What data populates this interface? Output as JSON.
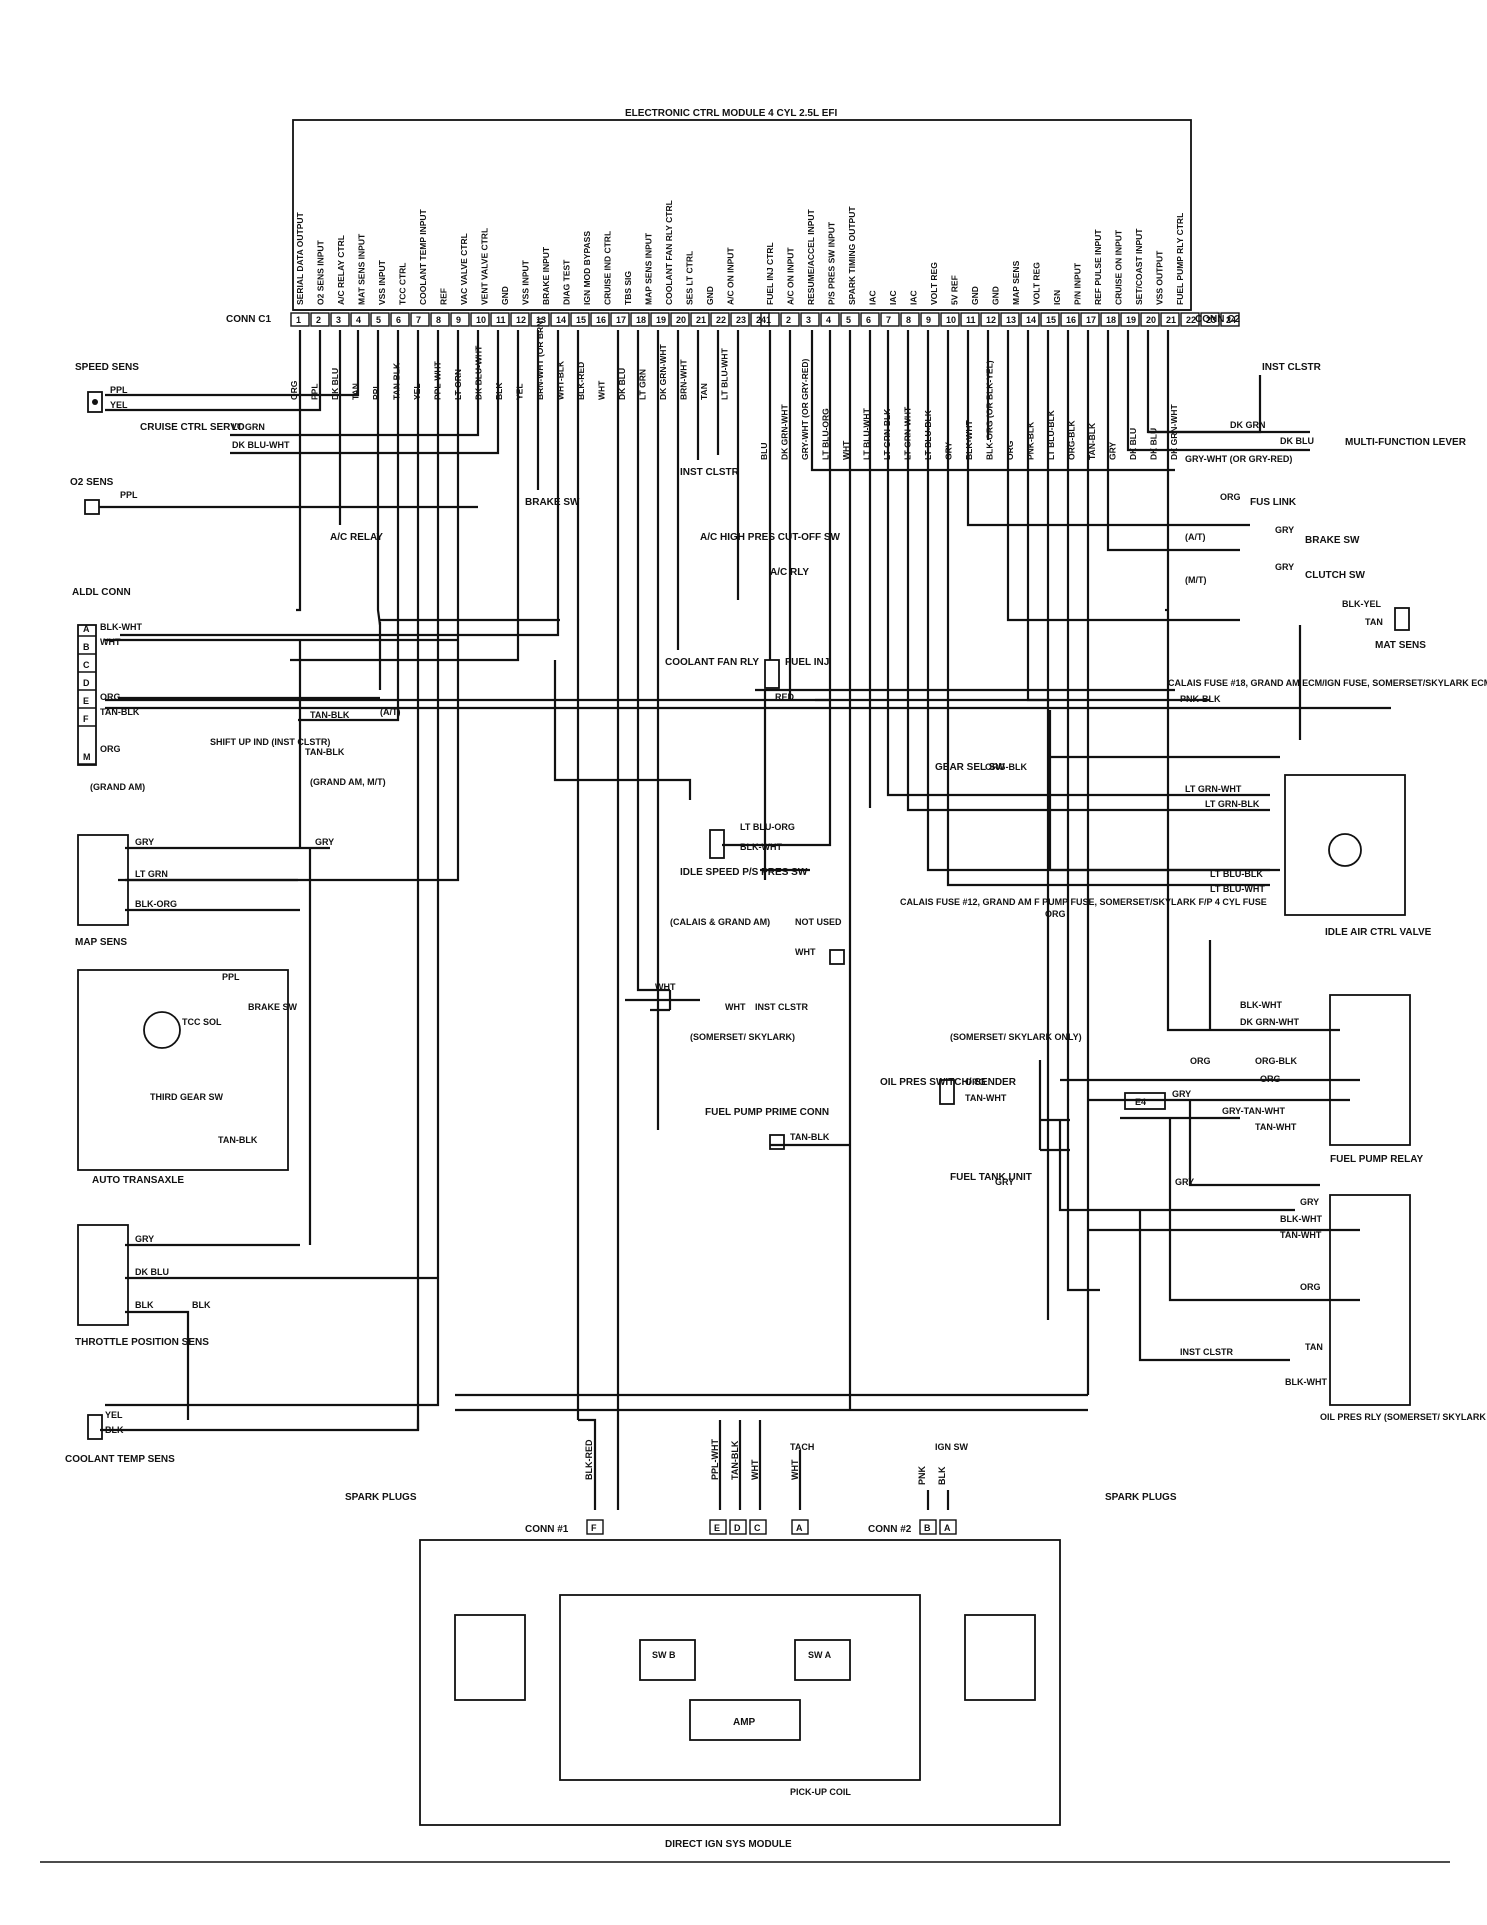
{
  "module": {
    "title": "ELECTRONIC CTRL MODULE 4 CYL 2.5L EFI",
    "conn_c1": "CONN C1",
    "conn_c2": "CONN C2",
    "c1_functions": [
      "SERIAL DATA OUTPUT",
      "O2 SENS INPUT",
      "A/C RELAY CTRL",
      "MAT SENS INPUT",
      "VSS INPUT",
      "TCC CTRL",
      "COOLANT TEMP INPUT",
      "REF",
      "VAC VALVE CTRL",
      "VENT VALVE CTRL",
      "GND",
      "VSS INPUT",
      "BRAKE INPUT",
      "DIAG TEST",
      "IGN MOD BYPASS",
      "CRUISE IND CTRL",
      "TBS SIG",
      "MAP SENS INPUT",
      "COOLANT FAN RLY CTRL",
      "SES LT CTRL",
      "GND",
      "A/C ON INPUT"
    ],
    "c1_pins": [
      "1",
      "2",
      "3",
      "4",
      "5",
      "6",
      "7",
      "8",
      "9",
      "10",
      "11",
      "12",
      "13",
      "14",
      "15",
      "16",
      "17",
      "18",
      "19",
      "20",
      "21",
      "22",
      "23",
      "24"
    ],
    "c1_wires": [
      "ORG",
      "PPL",
      "DK BLU",
      "TAN",
      "PPL",
      "TAN-BLK",
      "YEL",
      "PPL-WHT",
      "LT GRN",
      "DK BLU-WHT",
      "BLK",
      "YEL",
      "BRN-WHT (OR BRN)",
      "WHT-BLK",
      "BLK-RED",
      "WHT",
      "DK BLU",
      "LT GRN",
      "DK GRN-WHT",
      "BRN-WHT",
      "TAN",
      "LT BLU-WHT"
    ],
    "c2_functions": [
      "FUEL INJ CTRL",
      "A/C ON INPUT",
      "RESUME/ACCEL INPUT",
      "P/S PRES SW INPUT",
      "SPARK TIMING OUTPUT",
      "IAC",
      "IAC",
      "IAC",
      "VOLT REG",
      "5V REF",
      "GND",
      "GND",
      "MAP SENS",
      "VOLT REG",
      "IGN",
      "P/N INPUT",
      "REF PULSE INPUT",
      "CRUISE ON INPUT",
      "SET/COAST INPUT",
      "VSS OUTPUT",
      "FUEL PUMP RLY CTRL"
    ],
    "c2_pins": [
      "1",
      "2",
      "3",
      "4",
      "5",
      "6",
      "7",
      "8",
      "9",
      "10",
      "11",
      "12",
      "13",
      "14",
      "15",
      "16",
      "17",
      "18",
      "19",
      "20",
      "21",
      "22",
      "23",
      "24"
    ],
    "c2_wires": [
      "BLU",
      "DK GRN-WHT",
      "GRY-WHT (OR GRY-RED)",
      "LT BLU-ORG",
      "WHT",
      "LT BLU-WHT",
      "LT GRN-BLK",
      "LT GRN-WHT",
      "LT BLU-BLK",
      "GRY",
      "BLK-WHT",
      "BLK-ORG (OR BLK-YEL)",
      "ORG",
      "PNK-BLK",
      "LT BLU-BLK",
      "ORG-BLK",
      "TAN-BLK",
      "GRY",
      "DK BLU",
      "DK BLU",
      "DK GRN-WHT"
    ]
  },
  "left_components": {
    "speed_sens": "SPEED SENS",
    "cruise_servo": "CRUISE CTRL SERVO",
    "o2_sens": "O2 SENS",
    "ac_relay": "A/C RELAY",
    "aldl": "ALDL CONN",
    "aldl_pins": [
      "A",
      "B",
      "C",
      "D",
      "E",
      "F",
      "M"
    ],
    "grand_am": "(GRAND AM)",
    "shift": "SHIFT UP IND (INST CLSTR)",
    "grand_am_mt": "(GRAND AM, M/T)",
    "at": "(A/T)",
    "map_sens": "MAP SENS",
    "tcc_sol": "TCC SOL",
    "third_gear": "THIRD GEAR SW",
    "auto_trans": "AUTO TRANSAXLE",
    "brake_sw": "BRAKE SW",
    "tps": "THROTTLE POSITION SENS",
    "coolant_temp": "COOLANT TEMP SENS"
  },
  "middle_components": {
    "brake_sw": "BRAKE SW",
    "inst_clstr": "INST CLSTR",
    "ac_high": "A/C HIGH PRES CUT-OFF SW",
    "ac_rly": "A/C RLY",
    "coolant_fan": "COOLANT FAN RLY",
    "fuel_inj": "FUEL INJ",
    "idle_speed": "IDLE SPEED P/S PRES SW",
    "calais_grand_am": "(CALAIS & GRAND AM)",
    "not_used": "NOT USED",
    "inst_clstr2": "INST CLSTR",
    "somerset_skylark": "(SOMERSET/ SKYLARK)",
    "fuel_pump_prime": "FUEL PUMP PRIME CONN"
  },
  "right_components": {
    "inst_clstr": "INST CLSTR",
    "multi_function": "MULTI-FUNCTION LEVER",
    "fus_link": "FUS LINK",
    "at": "(A/T)",
    "mt": "(M/T)",
    "brake_sw": "BRAKE SW",
    "clutch_sw": "CLUTCH SW",
    "mat_sens": "MAT SENS",
    "calais_fuse18": "CALAIS FUSE #18, GRAND AM ECM/IGN FUSE, SOMERSET/SKYLARK ECM 4 CYL FUSE",
    "gear_sel": "GEAR SEL SW",
    "idle_air": "IDLE AIR CTRL VALVE",
    "calais_fuse12": "CALAIS FUSE #12, GRAND AM F PUMP FUSE, SOMERSET/SKYLARK F/P 4 CYL FUSE",
    "somerset_only": "(SOMERSET/ SKYLARK ONLY)",
    "oil_pres": "OIL PRES SWITCH/ SENDER",
    "e4": "E4",
    "fuel_pump_relay": "FUEL PUMP RELAY",
    "fuel_tank": "FUEL TANK UNIT",
    "inst_clstr_b": "INST CLSTR",
    "oil_pres_rly": "OIL PRES RLY (SOMERSET/ SKYLARK ONLY)"
  },
  "wire_labels": {
    "ppl": "PPL",
    "yel": "YEL",
    "lt_grn": "LT GRN",
    "dk_blu_wht": "DK BLU-WHT",
    "blk_wht": "BLK-WHT",
    "wht": "WHT",
    "org": "ORG",
    "tan_blk": "TAN-BLK",
    "gry": "GRY",
    "blk_org": "BLK-ORG",
    "dk_blu": "DK BLU",
    "blk": "BLK",
    "dk_grn": "DK GRN",
    "gry_wht": "GRY-WHT (OR GRY-RED)",
    "blk_yel": "BLK-YEL",
    "tan": "TAN",
    "red": "RED",
    "pnk_blk": "PNK-BLK",
    "org_blk": "ORG-BLK",
    "lt_grn_wht": "LT GRN-WHT",
    "lt_grn_blk": "LT GRN-BLK",
    "lt_blu_blk": "LT BLU-BLK",
    "lt_blu_wht": "LT BLU-WHT",
    "lt_blu_org": "LT BLU-ORG",
    "dk_grn_wht": "DK GRN-WHT",
    "org_blk2": "ORG-BLK",
    "tan_wht": "TAN-WHT",
    "gry_tan_wht": "GRY-TAN-WHT",
    "blk_red": "BLK-RED",
    "ppl_wht": "PPL-WHT",
    "tach": "TACH",
    "pnk": "PNK",
    "ign_sw": "IGN SW"
  },
  "ignition": {
    "spark_left": "SPARK PLUGS",
    "spark_right": "SPARK PLUGS",
    "conn1": "CONN #1",
    "conn2": "CONN #2",
    "conn1_pins": [
      "F",
      "E",
      "D",
      "C",
      "A"
    ],
    "conn2_pins": [
      "B",
      "A"
    ],
    "sw_b": "SW B",
    "sw_a": "SW A",
    "amp": "AMP",
    "pickup": "PICK-UP COIL",
    "module": "DIRECT IGN SYS MODULE"
  }
}
